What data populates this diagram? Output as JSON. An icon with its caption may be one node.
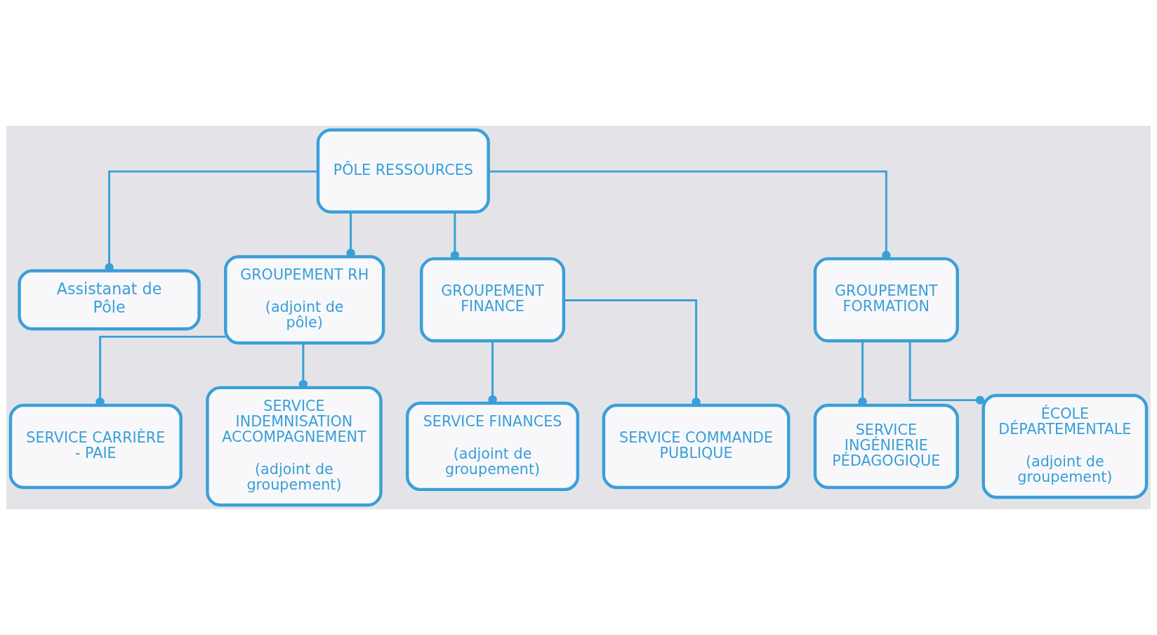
{
  "diagram": {
    "nodes": [
      {
        "text": [
          "PÔLE RESSOURCES"
        ]
      },
      {
        "text": [
          "Assistanat de Pôle"
        ]
      },
      {
        "text": [
          "GROUPEMENT RH",
          "(adjoint de pôle)"
        ]
      },
      {
        "text": [
          "GROUPEMENT FINANCE"
        ]
      },
      {
        "text": [
          "GROUPEMENT FORMATION"
        ]
      },
      {
        "text": [
          "SERVICE CARRIÈRE - PAIE"
        ]
      },
      {
        "text": [
          "SERVICE INDEMNISATION ACCOMPAGNEMENT",
          "(adjoint de groupement)"
        ]
      },
      {
        "text": [
          "SERVICE FINANCES",
          "(adjoint de groupement)"
        ]
      },
      {
        "text": [
          "SERVICE COMMANDE PUBLIQUE"
        ]
      },
      {
        "text": [
          "SERVICE INGÉNIERIE PÉDAGOGIQUE"
        ]
      },
      {
        "text": [
          "ÉCOLE DÉPARTEMENTALE",
          "(adjoint de groupement)"
        ]
      }
    ],
    "edges": [
      {
        "from": 0,
        "to": 1,
        "arrow": "other"
      },
      {
        "from": 0,
        "to": 2,
        "arrow": "other"
      },
      {
        "from": 0,
        "to": 3,
        "arrow": "other"
      },
      {
        "from": 0,
        "to": 4,
        "arrow": "other"
      },
      {
        "from": 2,
        "to": 5,
        "arrow": "other"
      },
      {
        "from": 2,
        "to": 6,
        "arrow": "other"
      },
      {
        "from": 3,
        "to": 7,
        "arrow": "other"
      },
      {
        "from": 3,
        "to": 8,
        "arrow": "other"
      },
      {
        "from": 4,
        "to": 9,
        "arrow": "other"
      },
      {
        "from": 4,
        "to": 10,
        "arrow": "other"
      }
    ]
  }
}
